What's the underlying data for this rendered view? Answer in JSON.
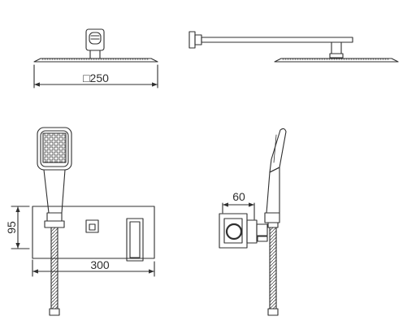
{
  "dimensions": {
    "head_width": "□250",
    "box_height": "95",
    "box_width": "300",
    "box_depth": "60"
  }
}
